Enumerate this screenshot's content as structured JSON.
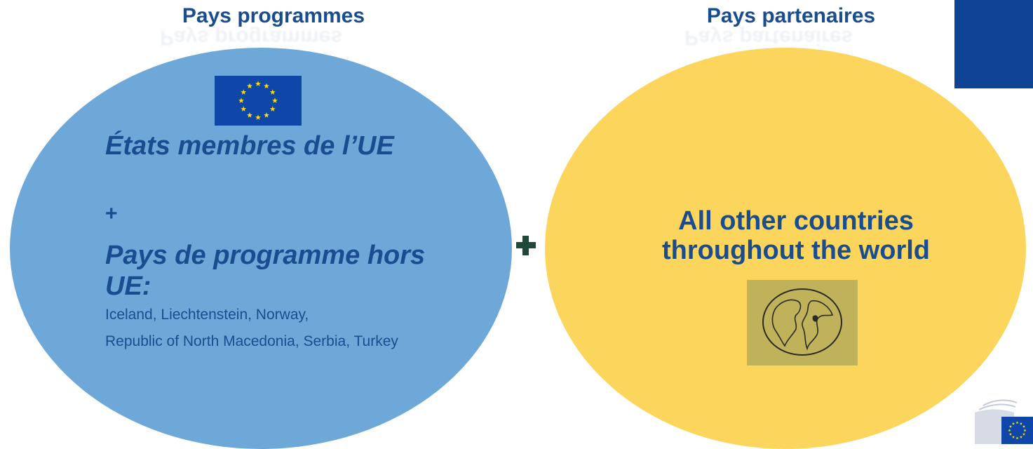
{
  "headings": {
    "left": "Pays programmes",
    "right": "Pays partenaires"
  },
  "left_circle": {
    "title": "États membres de l’UE",
    "plus": "+",
    "subtitle": "Pays de programme hors UE:",
    "countries_line1": "Iceland, Liechtenstein, Norway,",
    "countries_line2": "Republic of North Macedonia, Serbia, Turkey"
  },
  "right_circle": {
    "title": "All other countries throughout the world"
  },
  "icons": {
    "flag": "eu-flag-icon",
    "globe": "globe-icon",
    "connector": "plus-icon",
    "logo": "european-commission-logo"
  },
  "colors": {
    "left_circle": "#6ea8d9",
    "right_circle": "#fcd55d",
    "text": "#1a4d8f",
    "corner_block": "#0f4394",
    "connector": "#1e4a3a"
  }
}
